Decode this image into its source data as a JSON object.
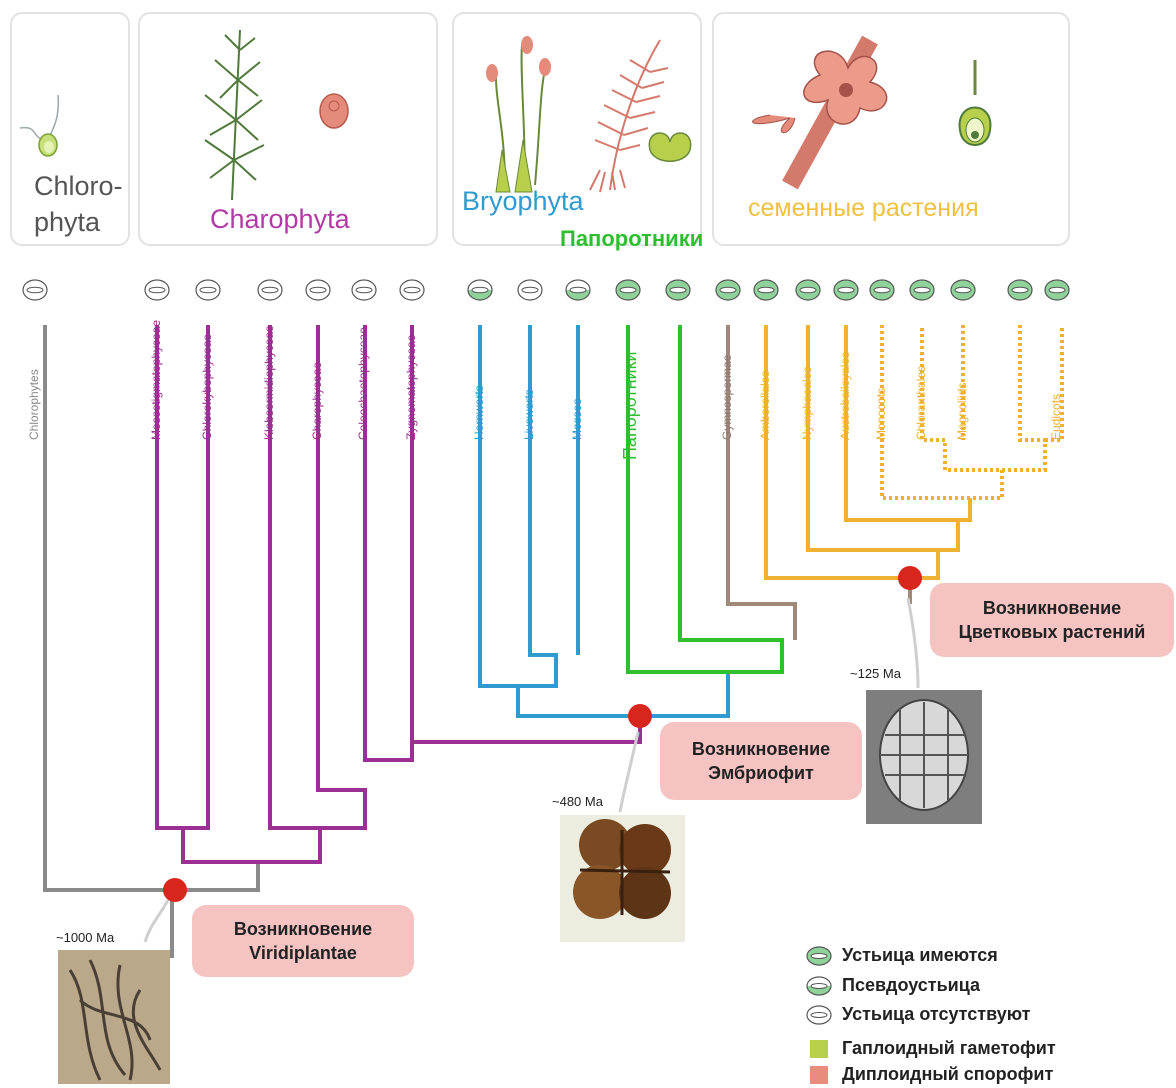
{
  "colors": {
    "green_lineage": "#9b2f93",
    "charophyta": "#b03aa6",
    "bryophyta": "#2f9bd0",
    "ferns": "#2dbf2d",
    "seed_plants": "#f0b030",
    "gymno": "#a08878",
    "chloro": "#8a8a8a",
    "node": "#d9261c",
    "stoma_fill": "#8fd39a",
    "event_bg": "#f6c3c3"
  },
  "groups": {
    "chlorophyta": "Chloro-\nphyta",
    "charophyta": "Charophyta",
    "bryophyta": "Bryophyta",
    "ferns": "Папоротники",
    "seed_plants": "семенные растения"
  },
  "taxa": [
    {
      "label": "Chlorophytes",
      "stomata": "absent",
      "color": "#8a8a8a"
    },
    {
      "label": "Mesostigmatophyceae",
      "stomata": "absent",
      "color": "#9b2f93"
    },
    {
      "label": "Chlorokybophyceae",
      "stomata": "absent",
      "color": "#9b2f93"
    },
    {
      "label": "Klebsormidiophyceae",
      "stomata": "absent",
      "color": "#9b2f93"
    },
    {
      "label": "Charophyceae",
      "stomata": "absent",
      "color": "#9b2f93"
    },
    {
      "label": "Coleochaetophyceae",
      "stomata": "absent",
      "color": "#9b2f93"
    },
    {
      "label": "Zygnematophyceae",
      "stomata": "absent",
      "color": "#9b2f93"
    },
    {
      "label": "Hornworts",
      "stomata": "pseudo",
      "color": "#2f9bd0"
    },
    {
      "label": "Liveworts",
      "stomata": "absent",
      "color": "#2f9bd0"
    },
    {
      "label": "Mosses",
      "stomata": "pseudo",
      "color": "#2f9bd0"
    },
    {
      "label": "Папоротники",
      "stomata": "present",
      "color": "#2dbf2d"
    },
    {
      "label": "Gymnospermae",
      "stomata": "present",
      "color": "#a08878"
    },
    {
      "label": "Amborellales",
      "stomata": "present",
      "color": "#f0b030"
    },
    {
      "label": "Nymphaeales",
      "stomata": "present",
      "color": "#f0b030"
    },
    {
      "label": "Austrobaileyales",
      "stomata": "present",
      "color": "#f0b030"
    },
    {
      "label": "Monocots",
      "stomata": "present",
      "color": "#f0b030"
    },
    {
      "label": "Chloranthales",
      "stomata": "present",
      "color": "#f0b030"
    },
    {
      "label": "Magnoliids",
      "stomata": "present",
      "color": "#f0b030"
    },
    {
      "label": "Eudicots",
      "stomata": "present",
      "color": "#f0b030"
    }
  ],
  "events": {
    "viridiplantae": "Возникновение\nViridiplantae",
    "embryophyta": "Возникновение\nЭмбриофит",
    "flowering": "Возникновение\nЦветковых растений"
  },
  "ages": {
    "viridiplantae": "~1000 Ma",
    "embryophyta": "~480 Ma",
    "flowering": "~125 Ma"
  },
  "legend": [
    {
      "icon": "stoma-present-icon",
      "label": "Устьица имеются"
    },
    {
      "icon": "stoma-pseudo-icon",
      "label": "Псевдоустьица"
    },
    {
      "icon": "stoma-absent-icon",
      "label": "Устьица отсутствуют"
    },
    {
      "icon": "green-square-icon",
      "label": "Гаплоидный гаметофит",
      "color": "#b7cf4a"
    },
    {
      "icon": "pink-square-icon",
      "label": "Диплоидный спорофит",
      "color": "#e98c7c"
    }
  ]
}
